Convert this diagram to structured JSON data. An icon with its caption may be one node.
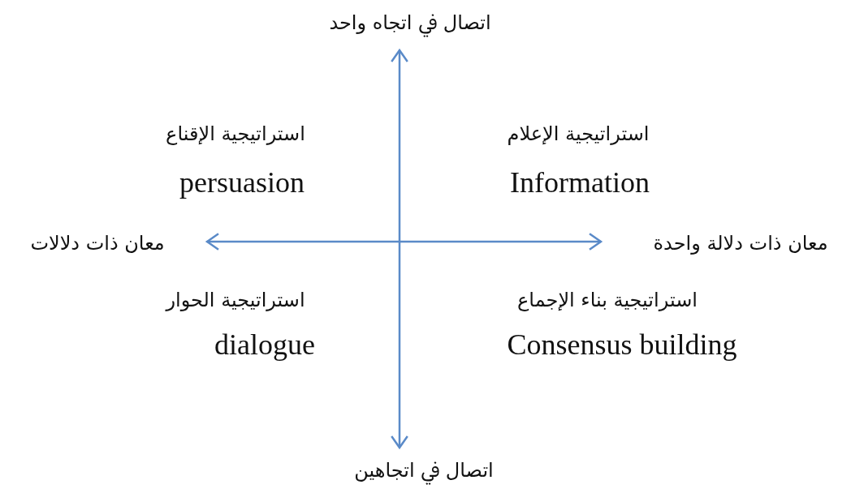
{
  "diagram": {
    "labels": [
      "اتصال ﰲ اتجاه واحد",
      "استراتيجية الإقناع",
      "persuasion",
      "استراتيجية الإعلام",
      "Information",
      "معان ذات دلالات",
      "معان ذات دلالة واحدة",
      "استراتيجية الحوار",
      "dialogue",
      "استراتيجية بناء الإجماع",
      "Consensus building",
      "اتصال ﰲ اتجاهين"
    ]
  }
}
